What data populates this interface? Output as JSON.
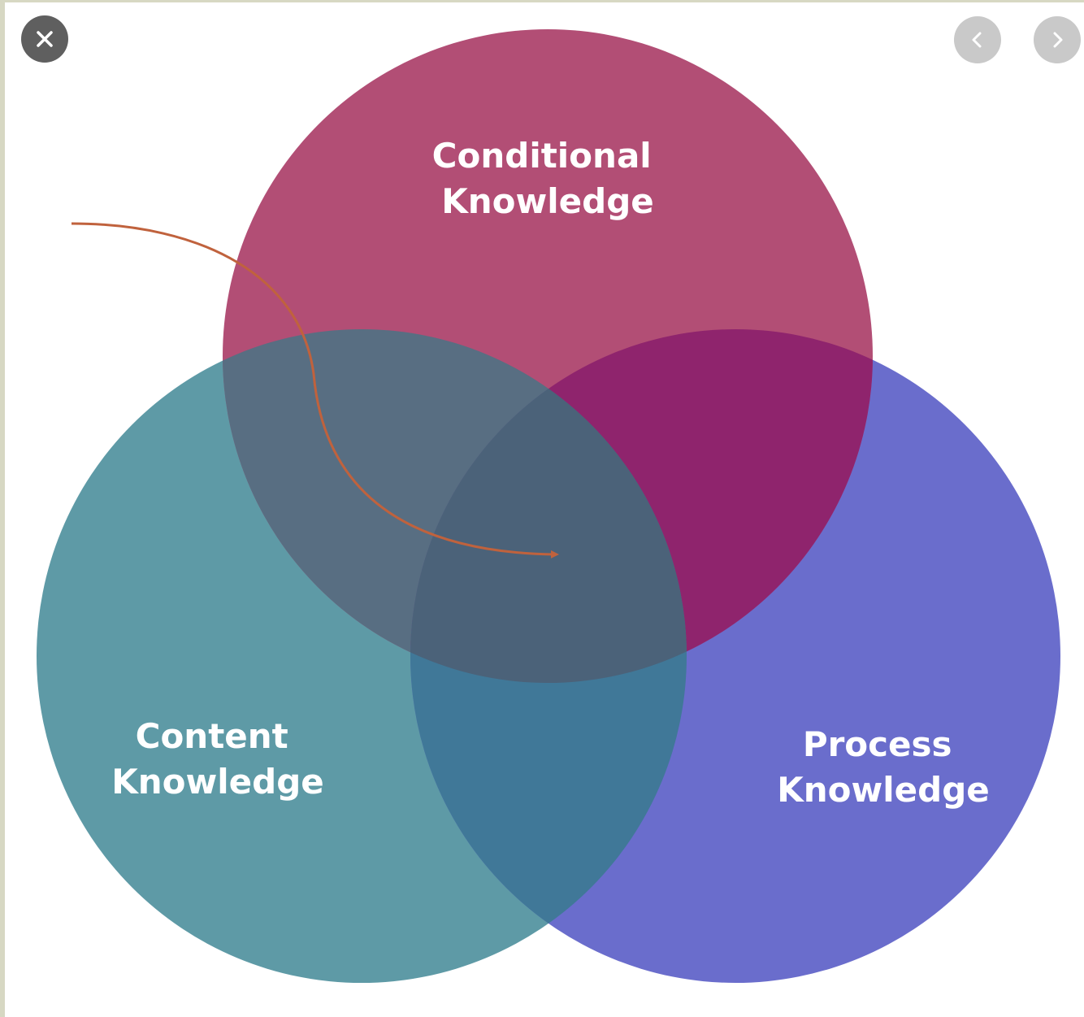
{
  "viewer": {
    "close_icon": "close-icon",
    "prev_icon": "chevron-left-icon",
    "next_icon": "chevron-right-icon"
  },
  "diagram": {
    "type": "venn",
    "sets": [
      {
        "id": "conditional",
        "line1": "Conditional",
        "line2": "Knowledge",
        "color": "#b24e75"
      },
      {
        "id": "content",
        "line1": "Content",
        "line2": "Knowledge",
        "color": "#5e9aa6"
      },
      {
        "id": "process",
        "line1": "Process",
        "line2": "Knowledge",
        "color": "#6a6dcc"
      }
    ],
    "overlap_colors": {
      "conditional_content": "#586e82",
      "conditional_process": "#8f246d",
      "content_process": "#407898",
      "center": "#4b6279"
    },
    "arrow": {
      "color": "#c0623d",
      "points_to": "center"
    }
  }
}
